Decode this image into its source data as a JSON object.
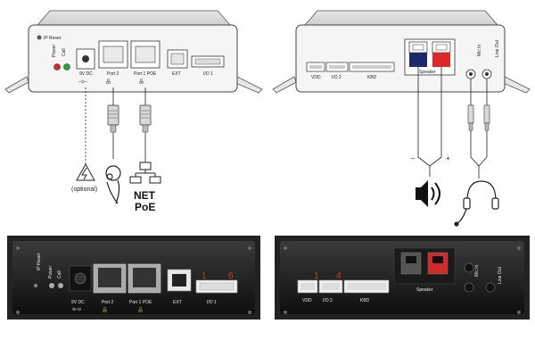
{
  "front": {
    "reset": "IP Reset",
    "power": "Power",
    "call": "Call",
    "port_dc": "9V DC",
    "port_2": "Port 2",
    "port_1": "Port 1 POE",
    "port_ext": "EXT",
    "port_io1": "I/O 1"
  },
  "back": {
    "port_vdd": "VDD",
    "port_io2": "I/O 2",
    "port_kbd": "KBD",
    "speaker": "Speaker",
    "mic_in": "Mic In",
    "line_out": "Line Out",
    "minus": "–",
    "plus": "+"
  },
  "annotations": {
    "optional": "(optional)",
    "net": "NET",
    "poe": "PoE"
  },
  "photo": {
    "pin_1": "1",
    "pin_6": "6",
    "pin_1b": "1",
    "pin_4": "4"
  },
  "colors": {
    "power_led": "#d22a2a",
    "call_led": "#29a63a",
    "speaker_neg": "#1c2a6b",
    "speaker_pos": "#e0262d",
    "pin_label": "#d83a2a"
  },
  "icons": [
    "power-bolt-icon",
    "pc-user-icon",
    "network-icon",
    "speaker-icon",
    "headset-icon"
  ]
}
